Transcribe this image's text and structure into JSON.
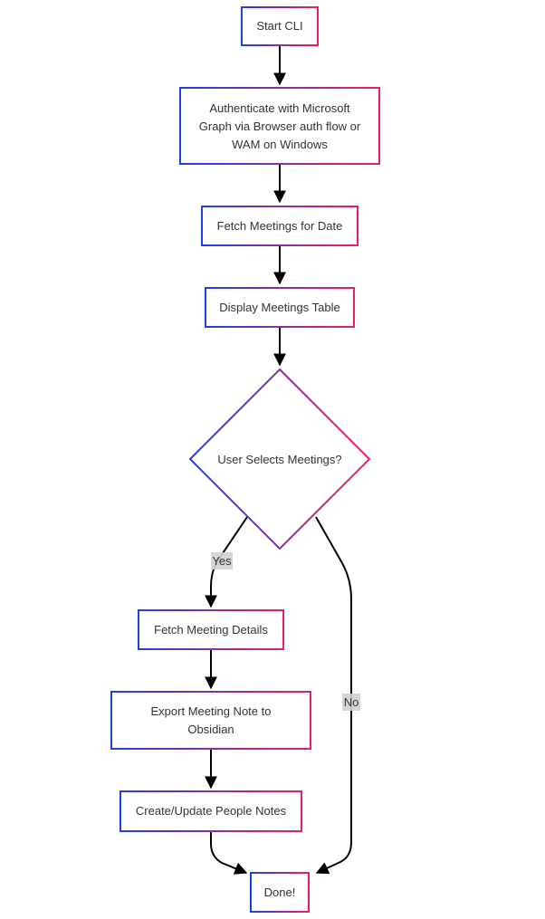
{
  "diagram": {
    "type": "flowchart",
    "gradient": {
      "from": "#1f3fe6",
      "to": "#ee1f5a"
    },
    "nodes": {
      "start": {
        "lines": [
          "Start CLI"
        ]
      },
      "auth": {
        "lines": [
          "Authenticate with Microsoft",
          "Graph via Browser auth flow or",
          "WAM on Windows"
        ]
      },
      "fetch": {
        "lines": [
          "Fetch Meetings for Date"
        ]
      },
      "display": {
        "lines": [
          "Display Meetings Table"
        ]
      },
      "decision": {
        "lines": [
          "User Selects Meetings?"
        ]
      },
      "details": {
        "lines": [
          "Fetch Meeting Details"
        ]
      },
      "export": {
        "lines": [
          "Export Meeting Note to",
          "Obsidian"
        ]
      },
      "people": {
        "lines": [
          "Create/Update People Notes"
        ]
      },
      "done": {
        "lines": [
          "Done!"
        ]
      }
    },
    "edges": {
      "yes_label": "Yes",
      "no_label": "No"
    }
  }
}
